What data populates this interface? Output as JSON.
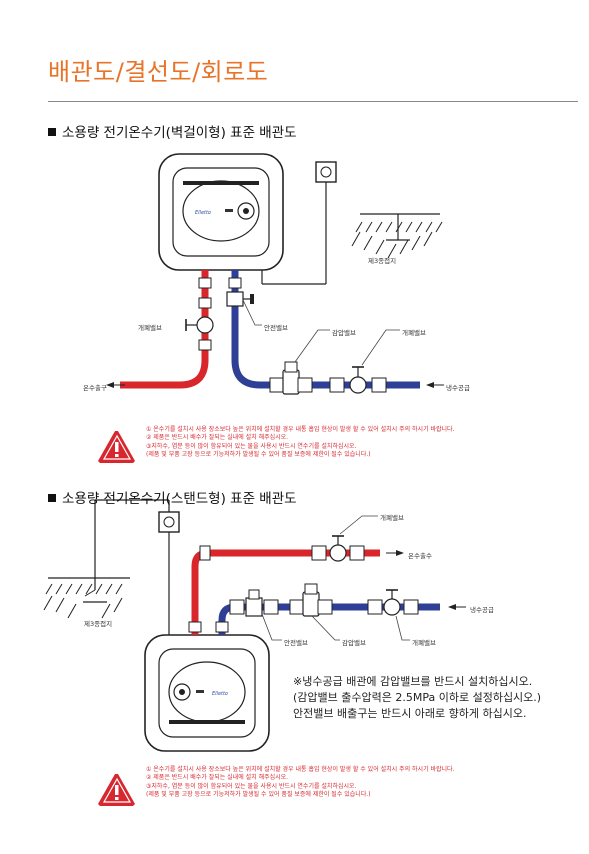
{
  "page_title": "배관도/결선도/회로도",
  "section1": {
    "title": "소용량 전기온수기(벽걸이형) 표준 배관도",
    "labels": {
      "shutoff_left": "개폐밸브",
      "safety_valve": "안전밸브",
      "pressure_valve": "감압밸브",
      "shutoff_right": "개폐밸브",
      "hot_out": "온수출구",
      "cold_in": "냉수공급",
      "ground": "제3종접지"
    },
    "brand": "Elletto",
    "warnings": [
      "① 온수기를 설치시 사용 장소보다 높은 위치에 설치할 경우 내통 흡입 현상이 발생 할 수 있어 설치시 주의 하시기 바랍니다.",
      "② 제품은 반드시 배수가 잘되는 실내에 설치 해주십시오.",
      "③지하수, 염분 등이 많이 함유되어 있는 물을 사용시 반드시 연수기를 설치하십시오.",
      "(제품 및 부품 고장 등으로 기능저하가 발생될 수 있어 품질 보증에 제한이 될수 있습니다.)"
    ]
  },
  "section2": {
    "title": "소용량 전기온수기(스탠드형) 표준 배관도",
    "labels": {
      "shutoff_top": "개폐밸브",
      "hot_out": "온수출수",
      "cold_in": "냉수공급",
      "safety_valve": "안전밸브",
      "pressure_valve": "감압밸브",
      "shutoff_bottom": "개폐밸브",
      "ground": "제3종접지"
    },
    "brand": "Elletto",
    "notice": [
      "※냉수공급 배관에 감압밸브를 반드시 설치하십시오.",
      "(감압밸브 출수압력은 2.5MPa 이하로 설정하십시오.)",
      "안전밸브 배출구는 반드시 아래로 향하게 하십시오."
    ],
    "warnings": [
      "① 온수기를 설치시 사용 장소보다 높은 위치에 설치할 경우 내통 흡입 현상이 발생 할 수 있어 설치시 주의 하시기 바랍니다.",
      "② 제품은 반드시 배수가 잘되는 실내에 설치 해주십시오.",
      "③지하수, 염분 등이 많이 함유되어 있는 물을 사용시 반드시 연수기를 설치하십시오.",
      "(제품 및 부품 고장 등으로 기능저하가 발생될 수 있어 품질 보증에 제한이 될수 있습니다.)"
    ]
  },
  "colors": {
    "title": "#e8742a",
    "hot_pipe": "#d9262b",
    "cold_pipe": "#2e3f95",
    "warning": "#d7282f"
  }
}
